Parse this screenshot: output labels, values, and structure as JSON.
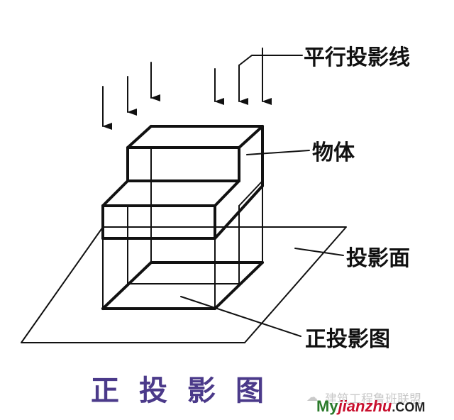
{
  "labels": {
    "projection_lines": "平行投影线",
    "object": "物体",
    "projection_plane": "投影面",
    "orthographic_view": "正投影图"
  },
  "caption": "正投影图",
  "watermark": {
    "channel": "建筑工程鲁班联盟",
    "brand_my": "My",
    "brand_site": "jianzhu",
    "brand_tld": ".COM"
  },
  "colors": {
    "line": "#111111",
    "caption": "#4b3a8a",
    "brand_green": "#2a7a2a",
    "brand_red": "#c8102e"
  }
}
